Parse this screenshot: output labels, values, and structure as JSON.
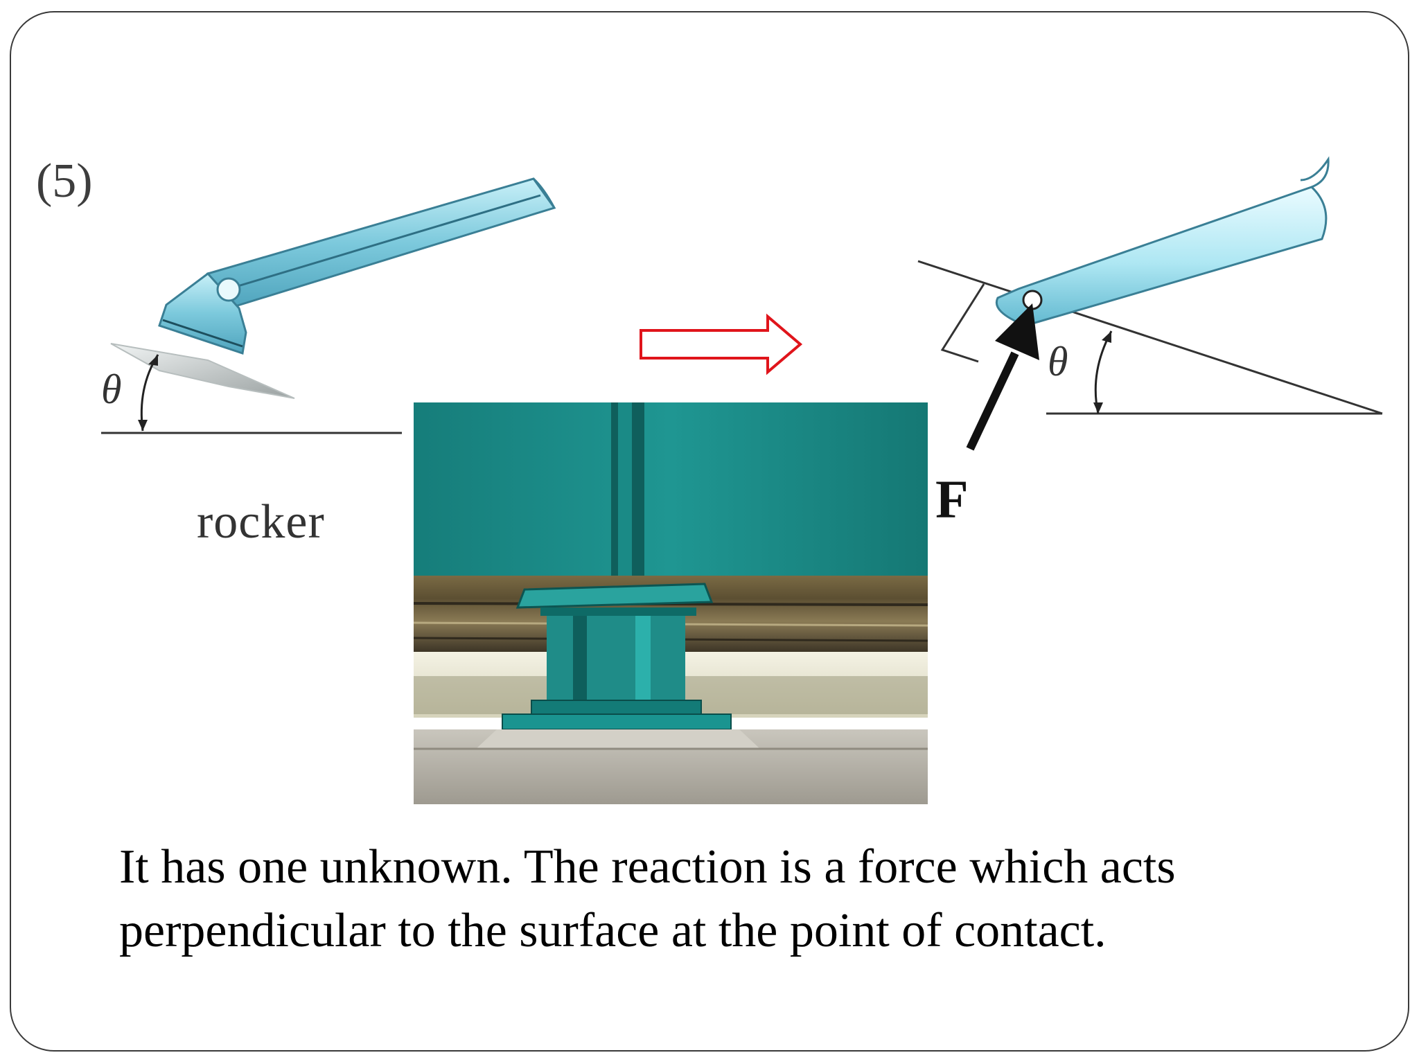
{
  "item_number": "(5)",
  "support_label": "rocker",
  "angle_symbol": "θ",
  "force_symbol": "F",
  "caption": {
    "line1": "It has one unknown. The reaction is a force which acts",
    "line2": "perpendicular to the surface at the point of contact."
  },
  "colors": {
    "member": "#8fd8e8",
    "member_edge": "#3a7f95",
    "arrow_outline": "#e0141b",
    "steel": "#1f8a86",
    "concrete": "#b7b3aa"
  }
}
